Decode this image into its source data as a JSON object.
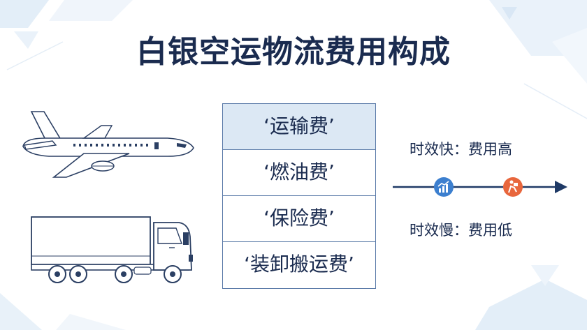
{
  "title": "白银空运物流费用构成",
  "cost_items": [
    {
      "label": "‘运输费’"
    },
    {
      "label": "‘燃油费’"
    },
    {
      "label": "‘保险费’"
    },
    {
      "label": "‘装卸搬运费’"
    }
  ],
  "speed": {
    "fast": "时效快：费用高",
    "slow": "时效慢：费用低"
  },
  "icons": {
    "airplane": "airplane-icon",
    "truck": "truck-icon",
    "fast": "growth-chart-icon",
    "slow": "slow-delivery-icon"
  },
  "colors": {
    "title": "#1a2b4f",
    "border": "#5a7aa8",
    "highlight_row": "#dce8f4",
    "arrow": "#1f3a66",
    "fast_icon": "#3c7fcf",
    "slow_icon": "#e8663c"
  }
}
